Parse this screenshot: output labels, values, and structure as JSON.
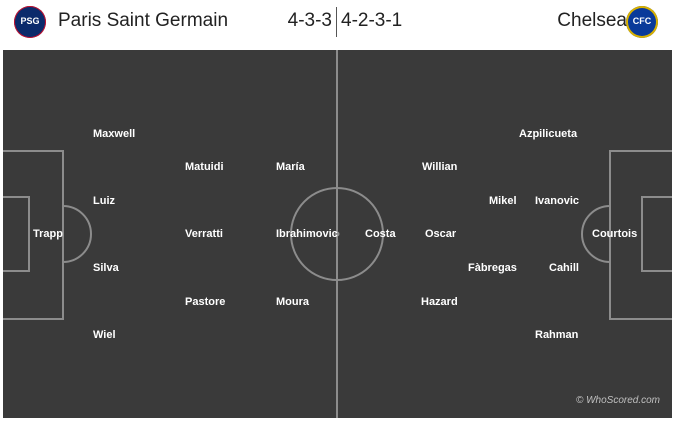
{
  "home": {
    "name": "Paris Saint Germain",
    "formation": "4-3-3",
    "crest_icon": "psg-crest-icon",
    "crest_text": "PSG",
    "players": [
      "Trapp",
      "Maxwell",
      "Luiz",
      "Silva",
      "Wiel",
      "Matuidi",
      "Verratti",
      "Pastore",
      "María",
      "Ibrahimovic",
      "Moura"
    ]
  },
  "away": {
    "name": "Chelsea",
    "formation": "4-2-3-1",
    "crest_icon": "chelsea-crest-icon",
    "crest_text": "CFC",
    "players": [
      "Courtois",
      "Azpilicueta",
      "Ivanovic",
      "Cahill",
      "Rahman",
      "Mikel",
      "Fàbregas",
      "Willian",
      "Oscar",
      "Hazard",
      "Costa"
    ]
  },
  "watermark": "© WhoScored.com",
  "colors": {
    "pitch": "#3a3a3a",
    "lines": "#8c8c8c",
    "text": "#ffffff"
  }
}
